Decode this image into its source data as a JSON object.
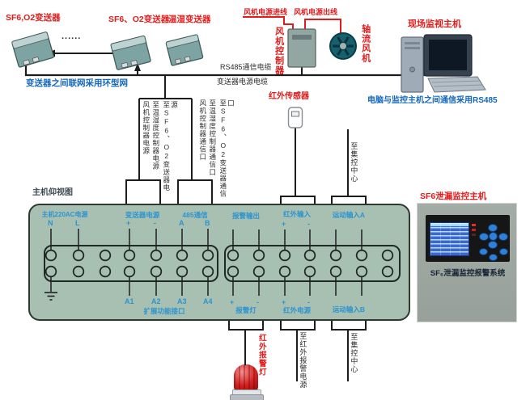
{
  "diagram": {
    "transmitter1": "SF6,O2变送器",
    "transmitter2": "SF6、O2变送器",
    "transmitter3": "温湿变送器",
    "dots": "......",
    "ring_network_note": "变送器之间联网采用环型网",
    "rs485_cable": "RS485通信电缆",
    "transmitter_power_cable": "变送器电源电缆",
    "fan_power_in": "风机电源进线",
    "fan_power_out": "风机电源出线",
    "fan_controller": "风机控制器",
    "fan_controller_box_text": "风机控制器",
    "axial_fan": "轴流风机",
    "site_monitor_pc": "现场监视主机",
    "pc_comm_note": "电脑与监控主机之间通信采用RS485",
    "ir_sensor": "红外传感器",
    "to_control_center_top": "至集控中心"
  },
  "wire_groups": {
    "power": [
      "风机控制器电源",
      "至温湿度控制器电源",
      "至SF6、O2变送器电源"
    ],
    "comm": [
      "风机控制器通信口",
      "至温湿度控制器通信口",
      "至SF6、O2变送器通信口"
    ]
  },
  "mainbox": {
    "title": "主机仰视图",
    "top": {
      "ac_power": "主机220AC电源",
      "n": "N",
      "l": "L",
      "transmitter_power": "变送器电源",
      "plus": "+",
      "minus": "-",
      "comm_485": "485通信",
      "a": "A",
      "b": "B",
      "alarm_output": "报警输出",
      "ir_input": "红外输入",
      "ir_plus": "+",
      "ir_minus": "-",
      "motion_input_a": "运动输入A"
    },
    "bottom": {
      "a1": "A1",
      "a2": "A2",
      "a3": "A3",
      "a4": "A4",
      "extension_port": "扩展功能接口",
      "alarm_plus": "+",
      "alarm_minus": "-",
      "alarm_light": "报警灯",
      "ir_plus": "+",
      "ir_minus": "-",
      "ir_power": "红外电源",
      "motion_input_b": "运动输入B"
    }
  },
  "bottom_area": {
    "ir_alarm_beacon": "红外报警灯",
    "to_ir_alarm_power": "至红外报警电源",
    "to_control_center": "至集控中心"
  },
  "panel": {
    "title": "SF6泄漏监控主机",
    "caption": "SF₆泄漏监控报警系统"
  },
  "colors": {
    "label_red": "#e21b1b",
    "note_blue": "#1367bd",
    "terminal_label_blue": "#2b94cf",
    "box_green": "#a8c0b2",
    "panel_grey": "#99a39c",
    "lcd_blue": "#3b67cf",
    "device_teal": "#7da4a3",
    "fan_teal": "#17616e"
  }
}
